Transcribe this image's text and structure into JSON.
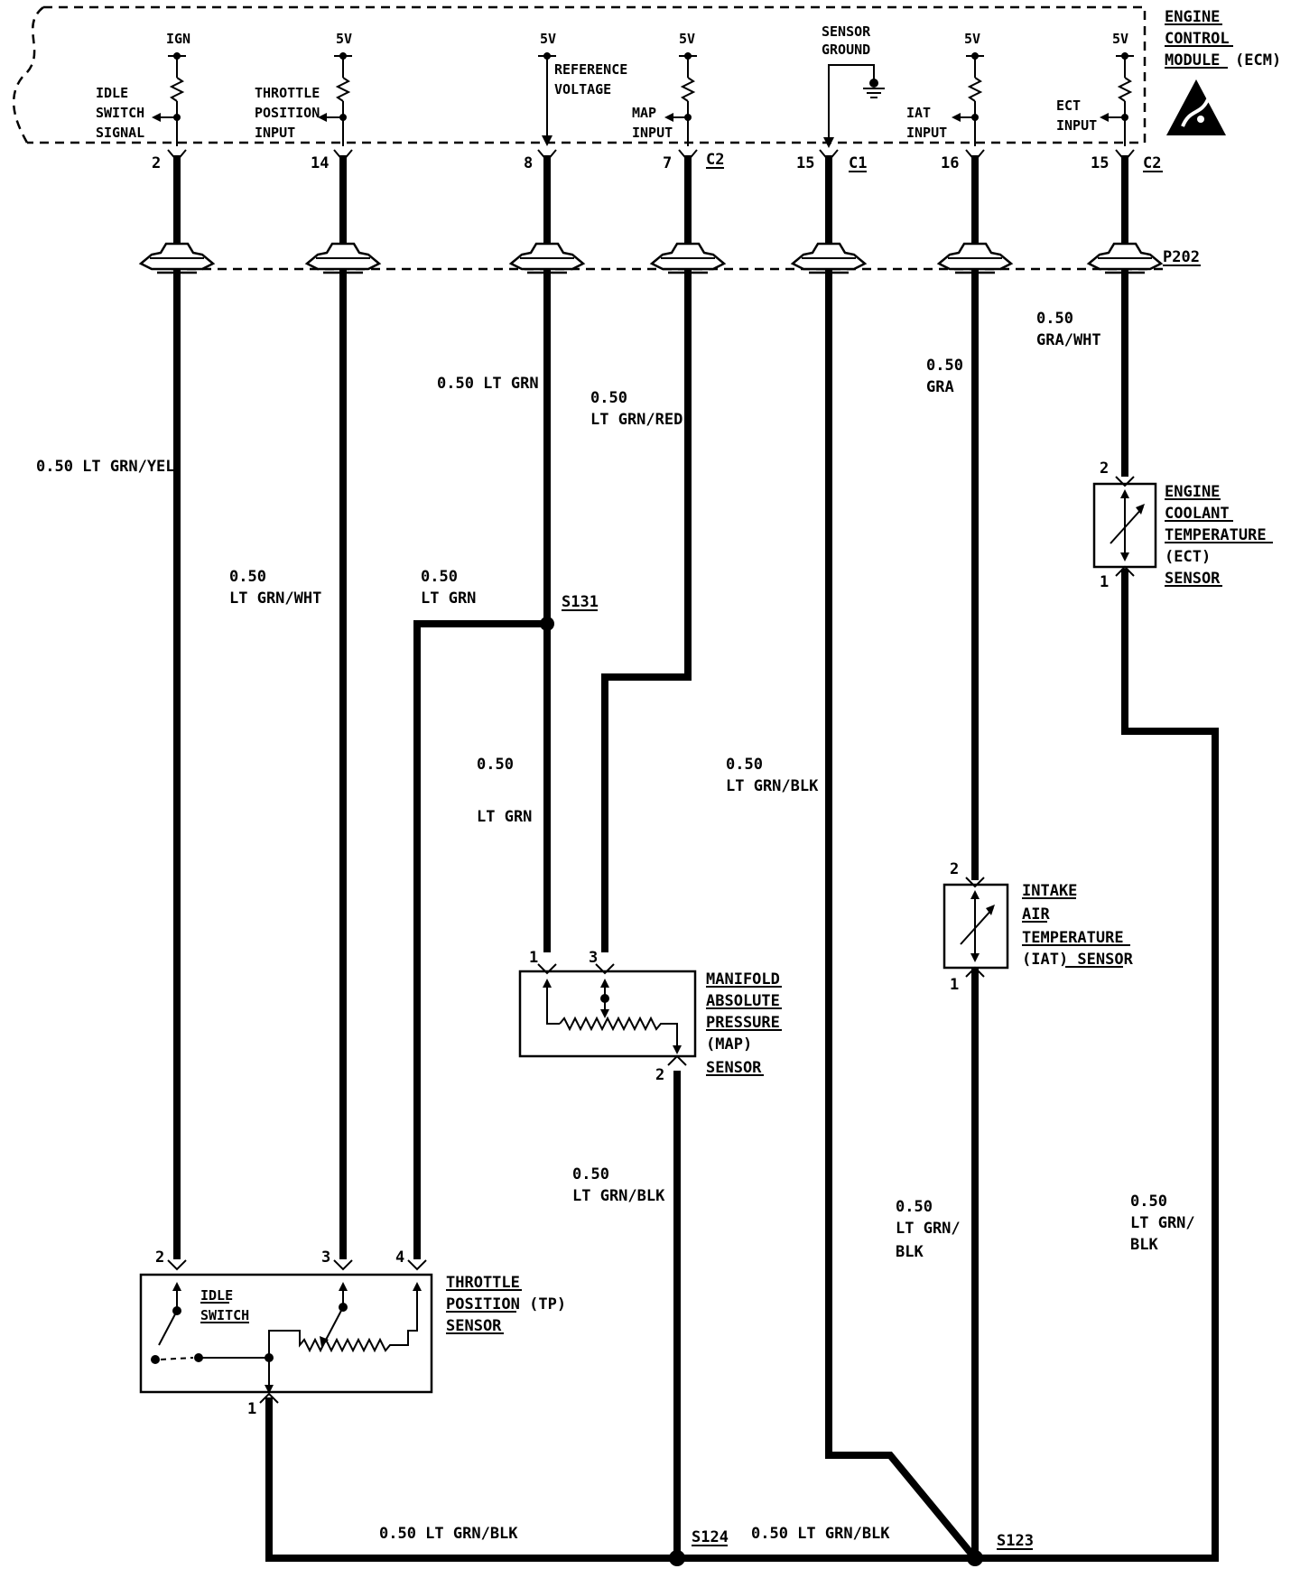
{
  "ecm": {
    "l1": "ENGINE",
    "l2": "CONTROL",
    "l3": "MODULE",
    "l4": "(ECM)"
  },
  "supply": {
    "ign": "IGN",
    "v5": "5V",
    "sensor_ground_1": "SENSOR",
    "sensor_ground_2": "GROUND",
    "ref_1": "REFERENCE",
    "ref_2": "VOLTAGE"
  },
  "inputs": {
    "idle_1": "IDLE",
    "idle_2": "SWITCH",
    "idle_3": "SIGNAL",
    "tp_1": "THROTTLE",
    "tp_2": "POSITION",
    "tp_3": "INPUT",
    "map_1": "MAP",
    "map_2": "INPUT",
    "iat_1": "IAT",
    "iat_2": "INPUT",
    "ect_1": "ECT",
    "ect_2": "INPUT"
  },
  "pins": {
    "p2": "2",
    "p14": "14",
    "p8": "8",
    "p7": "7",
    "c2": "C2",
    "p15": "15",
    "c1": "C1",
    "p16": "16",
    "p15b": "15",
    "c2b": "C2"
  },
  "connector": "P202",
  "wires": {
    "w_yel": "0.50 LT GRN/YEL",
    "w_wht_1": "0.50",
    "w_wht_2": "LT GRN/WHT",
    "w_grn_top": "0.50 LT GRN",
    "w_grn_mid_1": "0.50",
    "w_grn_mid_2": "LT GRN",
    "w_grn_low_1": "0.50",
    "w_grn_low_2": "LT GRN",
    "w_red_1": "0.50",
    "w_red_2": "LT GRN/RED",
    "w_blk_mid_1": "0.50",
    "w_blk_mid_2": "LT GRN/BLK",
    "w_gra_1": "0.50",
    "w_gra_2": "GRA",
    "w_grawht_1": "0.50",
    "w_grawht_2": "GRA/WHT",
    "w_mapblk_1": "0.50",
    "w_mapblk_2": "LT GRN/BLK",
    "w_iatblk_1": "0.50",
    "w_iatblk_2": "LT GRN/",
    "w_iatblk_3": "BLK",
    "w_ectblk_1": "0.50",
    "w_ectblk_2": "LT GRN/",
    "w_ectblk_3": "BLK",
    "w_bot_left": "0.50 LT GRN/BLK",
    "w_bot_right": "0.50 LT GRN/BLK"
  },
  "splices": {
    "s131": "S131",
    "s124": "S124",
    "s123": "S123"
  },
  "ect_sensor": {
    "l1": "ENGINE",
    "l2": "COOLANT",
    "l3": "TEMPERATURE",
    "l4": "(ECT)",
    "l5": "SENSOR",
    "pin_top": "2",
    "pin_bot": "1"
  },
  "iat_sensor": {
    "l1": "INTAKE",
    "l2": "AIR",
    "l3": "TEMPERATURE",
    "l4": "(IAT) SENSOR",
    "pin_top": "2",
    "pin_bot": "1"
  },
  "map_sensor": {
    "l1": "MANIFOLD",
    "l2": "ABSOLUTE",
    "l3": "PRESSURE",
    "l4": "(MAP)",
    "l5": "SENSOR",
    "pin1": "1",
    "pin3": "3",
    "pin2": "2"
  },
  "tp_sensor": {
    "l1": "THROTTLE",
    "l2": "POSITION (TP)",
    "l3": "SENSOR",
    "pin2": "2",
    "pin3": "3",
    "pin4": "4",
    "pin1": "1"
  },
  "idle_switch": {
    "l1": "IDLE",
    "l2": "SWITCH"
  }
}
